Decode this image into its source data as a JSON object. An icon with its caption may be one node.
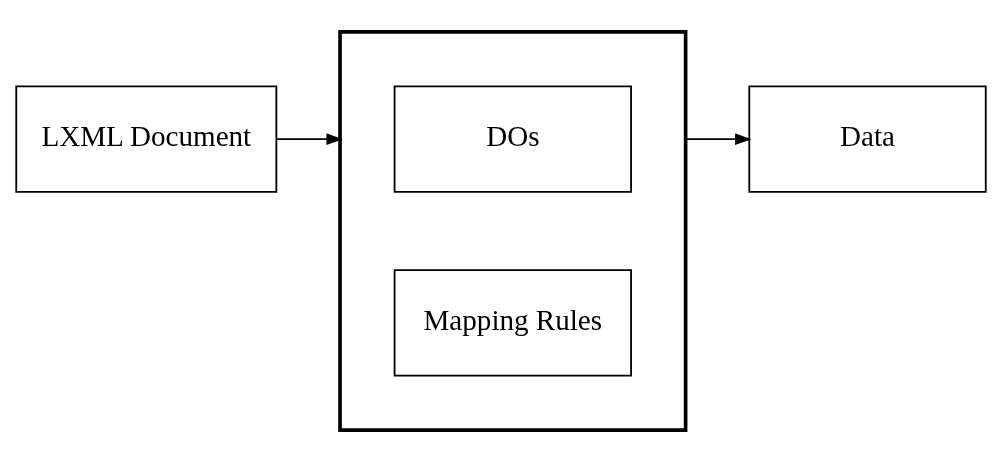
{
  "diagram": {
    "nodes": [
      {
        "text": [
          "LXML Document"
        ]
      },
      {
        "text": [],
        "shape": "box"
      },
      {
        "text": [
          "DOs"
        ],
        "in": 1
      },
      {
        "text": [
          "Mapping Rules"
        ],
        "in": 1
      },
      {
        "text": [
          "Data"
        ]
      }
    ],
    "edges": [
      {
        "from": 0,
        "to": 1,
        "arrow": "to"
      },
      {
        "from": 1,
        "to": 4,
        "arrow": "to"
      }
    ]
  }
}
